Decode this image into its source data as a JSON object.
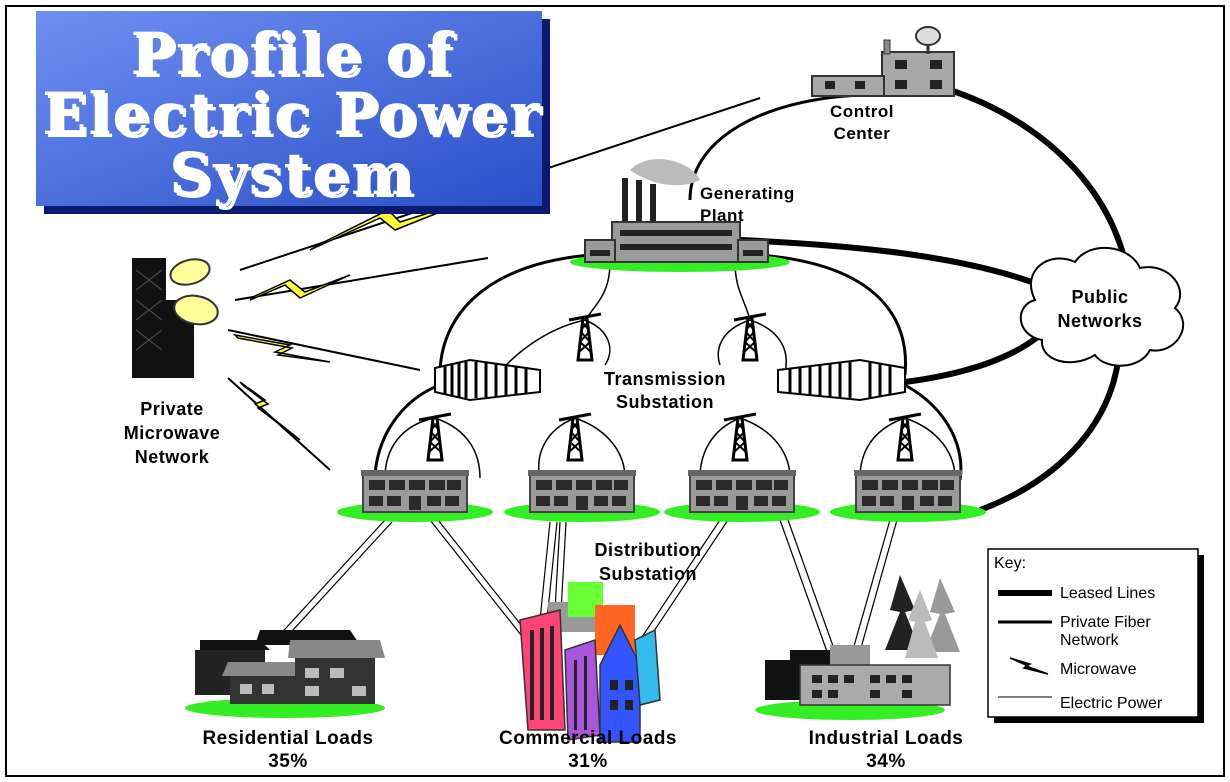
{
  "title": {
    "line1": "Profile of",
    "line2": "Electric Power",
    "line3": "System"
  },
  "nodes": {
    "control_center": {
      "line1": "Control",
      "line2": "Center"
    },
    "generating_plant": {
      "line1": "Generating",
      "line2": "Plant"
    },
    "public_networks": {
      "line1": "Public",
      "line2": "Networks"
    },
    "transmission_substation": {
      "line1": "Transmission",
      "line2": "Substation"
    },
    "distribution_substation": {
      "line1": "Distribution",
      "line2": "Substation"
    },
    "private_microwave": {
      "line1": "Private",
      "line2": "Microwave",
      "line3": "Network"
    }
  },
  "loads": {
    "residential": {
      "label": "Residential Loads",
      "percent": "35%"
    },
    "commercial": {
      "label": "Commercial Loads",
      "percent": "31%"
    },
    "industrial": {
      "label": "Industrial Loads",
      "percent": "34%"
    }
  },
  "key": {
    "title": "Key:",
    "items": [
      {
        "label": "Leased Lines",
        "style": "leased"
      },
      {
        "label_line1": "Private Fiber",
        "label_line2": "Network",
        "style": "fiber"
      },
      {
        "label": "Microwave",
        "style": "microwave"
      },
      {
        "label": "Electric Power",
        "style": "power"
      }
    ]
  },
  "colors": {
    "title_bg": "#4a6fe0",
    "title_shadow": "#0a1a6e",
    "ground": "#33ee22",
    "microwave_bolt": "#ffff33",
    "building": "#8a8a8a"
  }
}
